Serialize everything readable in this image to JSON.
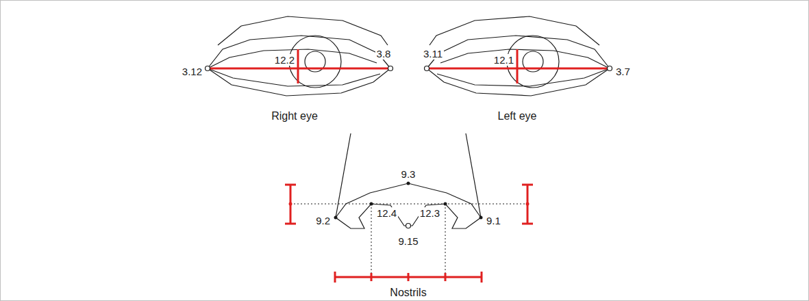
{
  "diagram": {
    "labels": [
      "3.12",
      "12.2",
      "3.8",
      "Right eye",
      "3.11",
      "12.1",
      "3.7",
      "Left eye",
      "9.3",
      "9.2",
      "12.4",
      "12.3",
      "9.1",
      "9.15",
      "Nostrils"
    ]
  }
}
